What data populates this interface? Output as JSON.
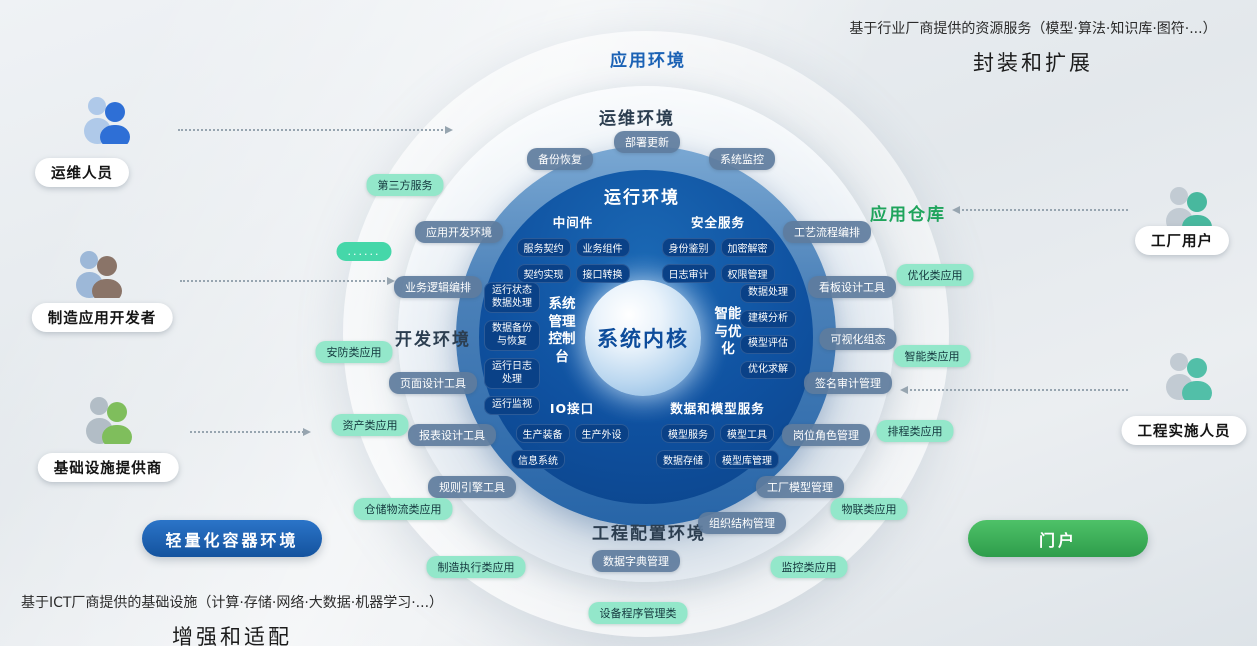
{
  "colors": {
    "accent_blue": "#1B62B5",
    "runtime_ring_blue": "#2765A8",
    "kernel_blue": "#0F51A0",
    "kernel_pill_blue": "#0A4187",
    "slate_pill": "#5E7C9D",
    "green_pill": "#93E7CA",
    "green_pill_bright": "#45D7A9",
    "green_text": "#1FA45C",
    "portal_green": "#2E9D4B"
  },
  "corners": {
    "top_right_note": "基于行业厂商提供的资源服务（模型·算法·知识库·图符·...）",
    "top_right_title": "封装和扩展",
    "bottom_left_note": "基于ICT厂商提供的基础设施（计算·存储·网络·大数据·机器学习·...）",
    "bottom_left_title": "增强和适配"
  },
  "ring_labels": {
    "application_env": "应用环境",
    "ops_env": "运维环境",
    "runtime_env": "运行环境",
    "dev_env": "开发环境",
    "engineering_config_env": "工程配置环境",
    "app_repository": "应用仓库"
  },
  "kernel": {
    "core": "系统内核",
    "middleware": {
      "title": "中间件",
      "items": [
        "服务契约",
        "业务组件",
        "契约实现",
        "接口转换"
      ]
    },
    "security": {
      "title": "安全服务",
      "items": [
        "身份鉴别",
        "加密解密",
        "日志审计",
        "权限管理"
      ]
    },
    "console": {
      "title": "系统管理控制台",
      "items": [
        "运行状态数据处理",
        "数据备份与恢复",
        "运行日志处理",
        "运行监视"
      ]
    },
    "intelligence": {
      "title": "智能与优化",
      "items": [
        "数据处理",
        "建模分析",
        "模型评估",
        "优化求解"
      ]
    },
    "io": {
      "title": "IO接口",
      "items": [
        "生产装备",
        "生产外设",
        "信息系统"
      ]
    },
    "data_model": {
      "title": "数据和模型服务",
      "items": [
        "模型服务",
        "模型工具",
        "数据存储",
        "模型库管理"
      ]
    }
  },
  "ops_pills": [
    "部署更新",
    "备份恢复",
    "系统监控"
  ],
  "ring_pills": [
    "应用开发环境",
    "业务逻辑编排",
    "页面设计工具",
    "报表设计工具",
    "规则引擎工具",
    "工艺流程编排",
    "看板设计工具",
    "可视化组态",
    "签名审计管理",
    "岗位角色管理",
    "工厂模型管理",
    "组织结构管理",
    "数据字典管理"
  ],
  "green_pills": [
    "第三方服务",
    "......",
    "安防类应用",
    "资产类应用",
    "仓储物流类应用",
    "制造执行类应用",
    "设备程序管理类",
    "监控类应用",
    "物联类应用",
    "排程类应用",
    "智能类应用",
    "优化类应用"
  ],
  "actors": {
    "left": [
      "运维人员",
      "制造应用开发者",
      "基础设施提供商"
    ],
    "right": [
      "工厂用户",
      "工程实施人员"
    ]
  },
  "buttons": {
    "container_env": "轻量化容器环境",
    "portal": "门户"
  }
}
